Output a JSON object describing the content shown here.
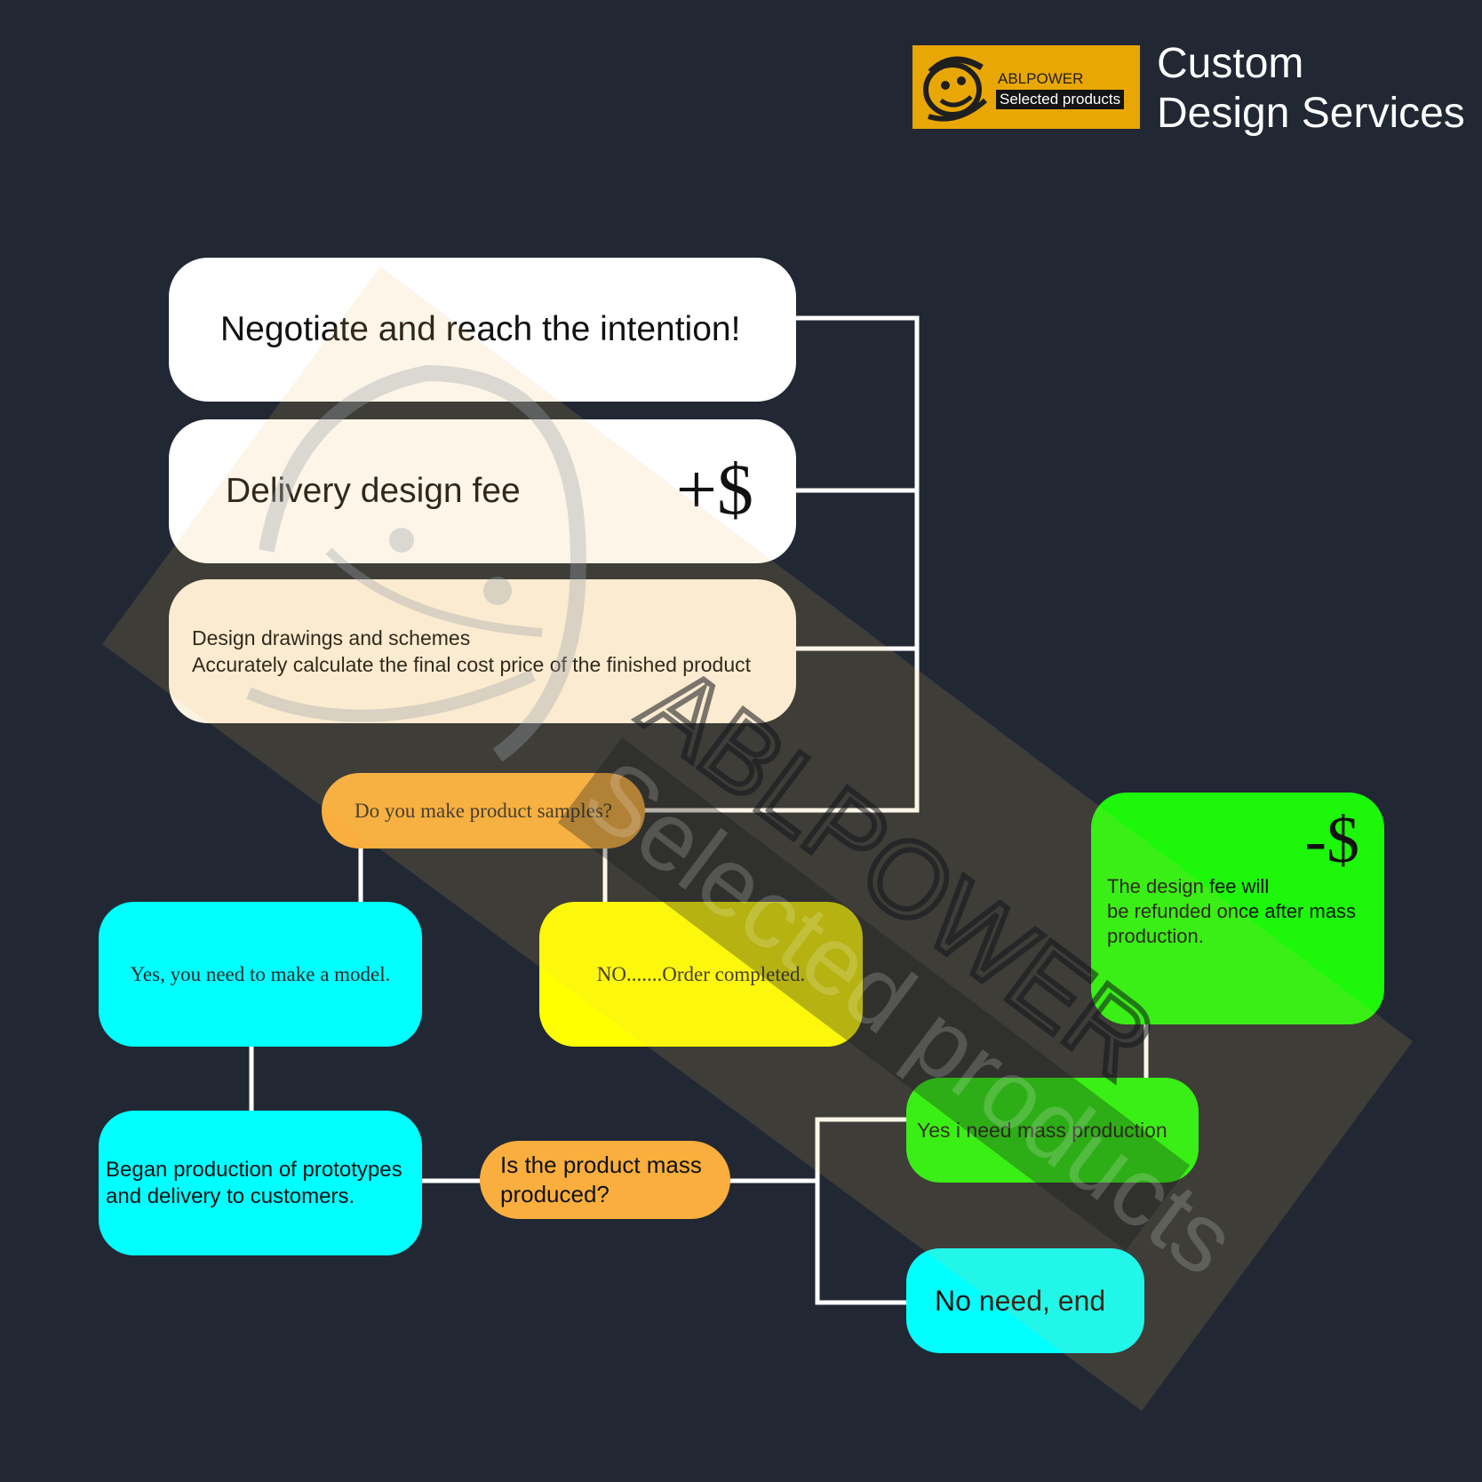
{
  "header": {
    "logo_line1": "ABLPOWER",
    "logo_line2": "Selected products",
    "title_line1": "Custom",
    "title_line2": "Design Services"
  },
  "watermark": {
    "line1": "ABLPOWER",
    "line2": "Selected products"
  },
  "steps": {
    "negotiate": "Negotiate and reach the intention!",
    "design_fee": "Delivery design fee",
    "design_fee_symbol": "+$",
    "drawings_line1": "Design drawings and schemes",
    "drawings_line2": "Accurately calculate the final cost price of the finished product",
    "samples_question": "Do you make product samples?",
    "yes_model": "Yes, you need to make a model.",
    "no_completed": "NO.......Order completed.",
    "prototypes": "Began production of prototypes and delivery to customers.",
    "mass_question": "Is the product mass produced?",
    "yes_mass": "Yes i need mass production",
    "no_need": "No need, end",
    "refund_symbol": "-$",
    "refund_text": "The design fee will\n be refunded once after mass production."
  },
  "colors": {
    "background": "#212833",
    "white_box": "#ffffff",
    "cream_box": "#fdf3e3",
    "orange": "#f9ae3e",
    "cyan": "#00ffff",
    "yellow": "#ffff00",
    "green": "#1cf70a",
    "logo_gold": "#e8a705",
    "connector": "#ffffff"
  }
}
